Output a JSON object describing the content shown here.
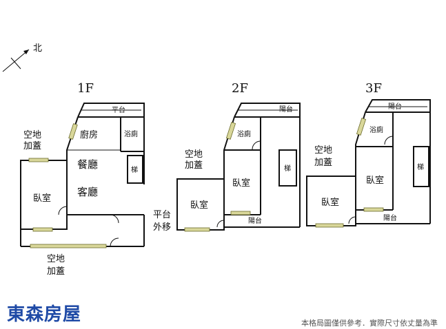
{
  "north": {
    "label": "北"
  },
  "floors": [
    {
      "label": "1F",
      "rooms": {
        "balcony": "平台",
        "kitchen": "廚房",
        "bath": "浴廁",
        "dining": "餐廳",
        "living": "客廳",
        "stairs": "梯",
        "bedroom": "臥室",
        "open_top_line1": "空地",
        "open_top_line2": "加蓋",
        "open_bottom_line1": "空地",
        "open_bottom_line2": "加蓋",
        "platform_line1": "平台",
        "platform_line2": "外移"
      }
    },
    {
      "label": "2F",
      "rooms": {
        "balcony_top": "陽台",
        "bath": "浴廁",
        "stairs": "梯",
        "bedroom_main": "臥室",
        "bedroom_left": "臥室",
        "balcony_bottom": "陽台",
        "open_line1": "空地",
        "open_line2": "加蓋"
      }
    },
    {
      "label": "3F",
      "rooms": {
        "balcony_top": "陽台",
        "bath": "浴廁",
        "stairs": "梯",
        "bedroom_main": "臥室",
        "bedroom_left": "臥室",
        "balcony_bottom": "陽台",
        "open_line1": "空地",
        "open_line2": "加蓋"
      }
    }
  ],
  "brand": "東森房屋",
  "disclaimer": "本格局圖僅供參考．實際尺寸依丈量為準",
  "colors": {
    "brand": "#1f4aa6",
    "window": "#d9d79a"
  }
}
